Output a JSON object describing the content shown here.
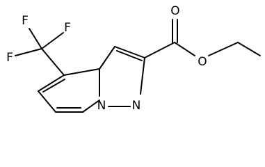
{
  "atoms": {
    "f_top": "F",
    "f_right": "F",
    "f_left": "F",
    "n_bridge": "N",
    "n_ring": "N",
    "o_carbonyl": "O",
    "o_ester": "O"
  },
  "colors": {
    "bond": "#000000",
    "background": "#ffffff"
  }
}
